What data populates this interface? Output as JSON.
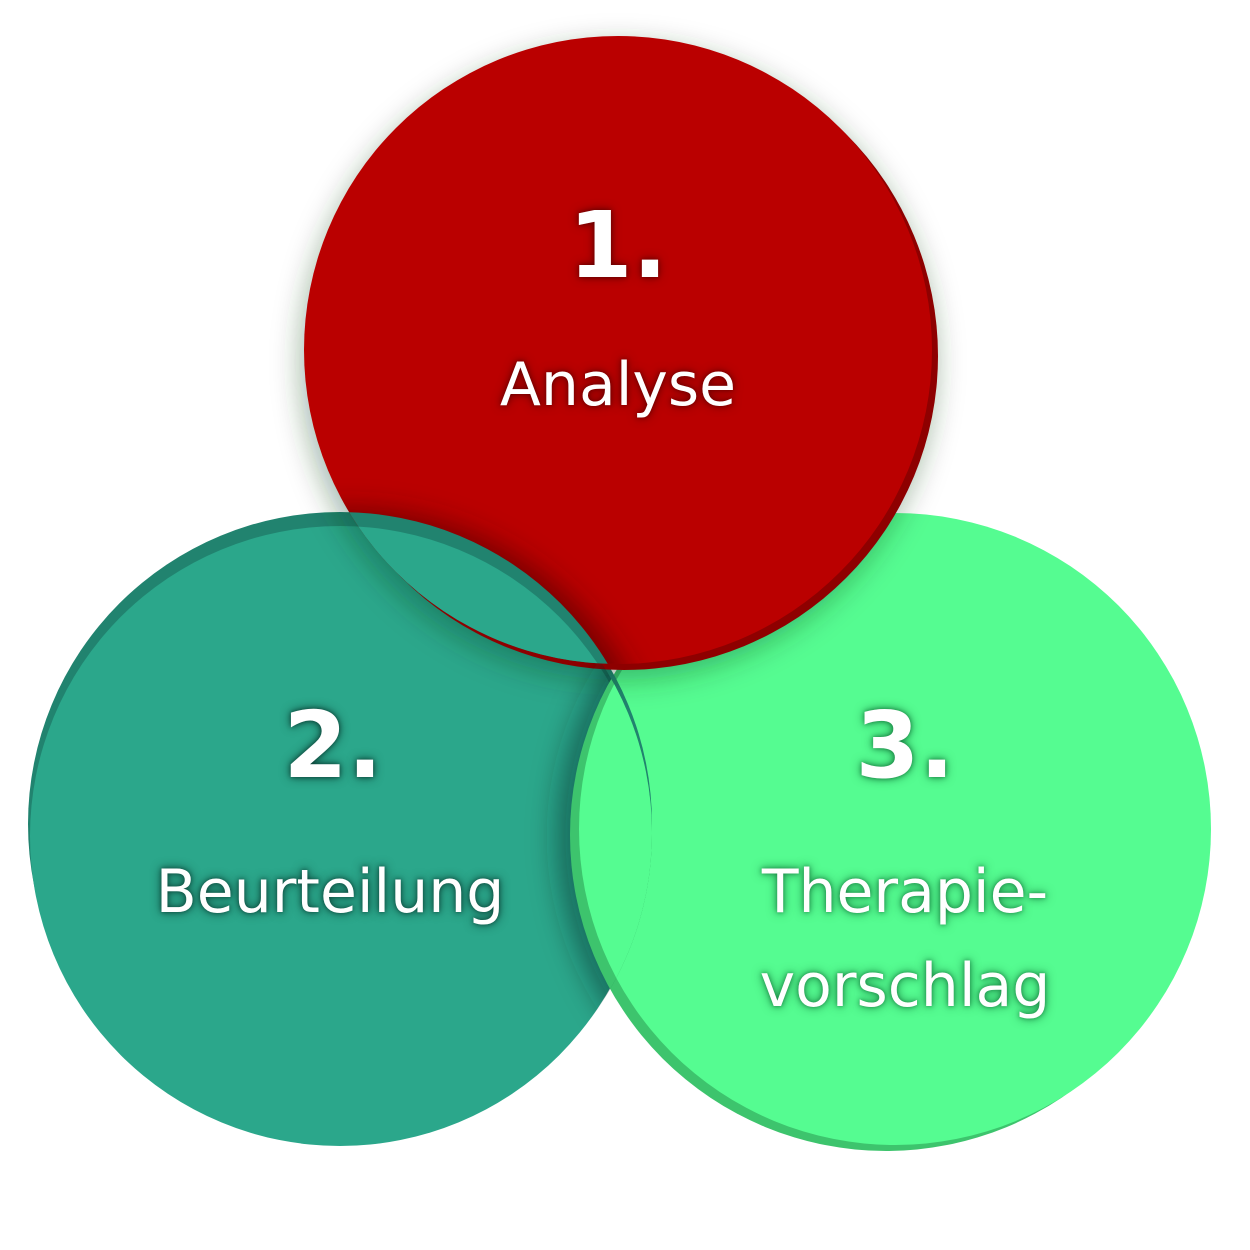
{
  "diagram": {
    "type": "overlapping-circles",
    "circles": [
      {
        "id": "analyse",
        "number": "1.",
        "label": "Analyse",
        "label_lines": [
          "Analyse"
        ],
        "color": "#BA0000",
        "rim_color": "#8E0000",
        "position": "top"
      },
      {
        "id": "beurteilung",
        "number": "2.",
        "label": "Beurteilung",
        "label_lines": [
          "Beurteilung"
        ],
        "color": "#2BA78B",
        "rim_color": "#21836F",
        "position": "bottom-left"
      },
      {
        "id": "therapievorschlag",
        "number": "3.",
        "label": "Therapievorschlag",
        "label_lines": [
          "Therapie-",
          "vorschlag"
        ],
        "color": "#55FC91",
        "rim_color": "#3DC46D",
        "position": "bottom-right"
      }
    ],
    "text_color": "#FFFFFF",
    "background": "#FFFFFF"
  }
}
